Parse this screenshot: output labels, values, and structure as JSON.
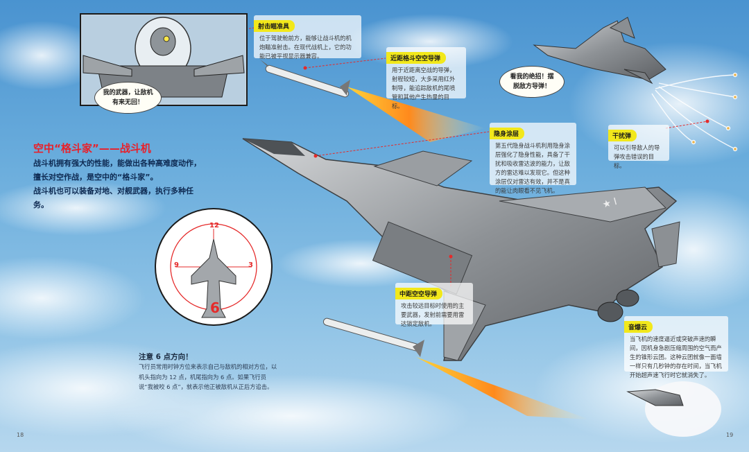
{
  "headline": "空中“格斗家”——战斗机",
  "intro": [
    "战斗机拥有强大的性能，能做出各种高难度动作，",
    "擅长对空作战，是空中的“格斗家”。",
    "战斗机也可以装备对地、对舰武器，执行多种任务。"
  ],
  "labels": {
    "sight": {
      "tag": "射击瞄准具",
      "text": "位于驾驶舱前方，能够让战斗机的机炮瞄准射击。在现代战机上，它的功能已被平视显示器兼容。"
    },
    "short_missile": {
      "tag": "近距格斗空空导弹",
      "text": "用于近距离空战的导弹，射程较短，大多采用红外制导，能追踪敌机的尾喷管和其他产生热量的目标。"
    },
    "stealth": {
      "tag": "隐身涂层",
      "text": "第五代隐身战斗机利用隐身涂层强化了隐身性能，具备了干扰和吸收雷达波的能力，让敌方的雷达难以发现它。但这种涂层仅对雷达有效，并不是真的能让肉眼看不见飞机。"
    },
    "flare": {
      "tag": "干扰弹",
      "text": "可以引导敌人的导弹攻击错误的目标。"
    },
    "mid_missile": {
      "tag": "中距空空导弹",
      "text": "攻击较远目标时使用的主要武器，发射前需要用雷达锁定敌机。"
    },
    "vapor": {
      "tag": "音爆云",
      "text": "当飞机的速度逼近或突破声速的瞬间，因机身急剧压缩周围的空气而产生的锥形云团。这种云团就像一面墙一样只有几秒钟的存在时间，当飞机开始超声速飞行时它就消失了。"
    }
  },
  "bubbles": {
    "pilot": "我的武器，让敌机有来无回！",
    "enemy": "看我的绝招！摆脱敌方导弹！"
  },
  "clock": {
    "n12": "12",
    "n3": "3",
    "n6": "6",
    "n9": "9"
  },
  "note": {
    "title": "注意 6 点方向！",
    "body": "飞行员常用时钟方位来表示自己与敌机的相对方位，以机头指向为 12 点，机尾指向为 6 点。如果飞行员说“我被咬 6 点”，就表示他正被敌机从正后方追击。"
  },
  "pages": {
    "left": "18",
    "right": "19"
  },
  "colors": {
    "accent_red": "#e8202a",
    "tag_yellow": "#f2e81b",
    "sky": "#69acdc"
  }
}
